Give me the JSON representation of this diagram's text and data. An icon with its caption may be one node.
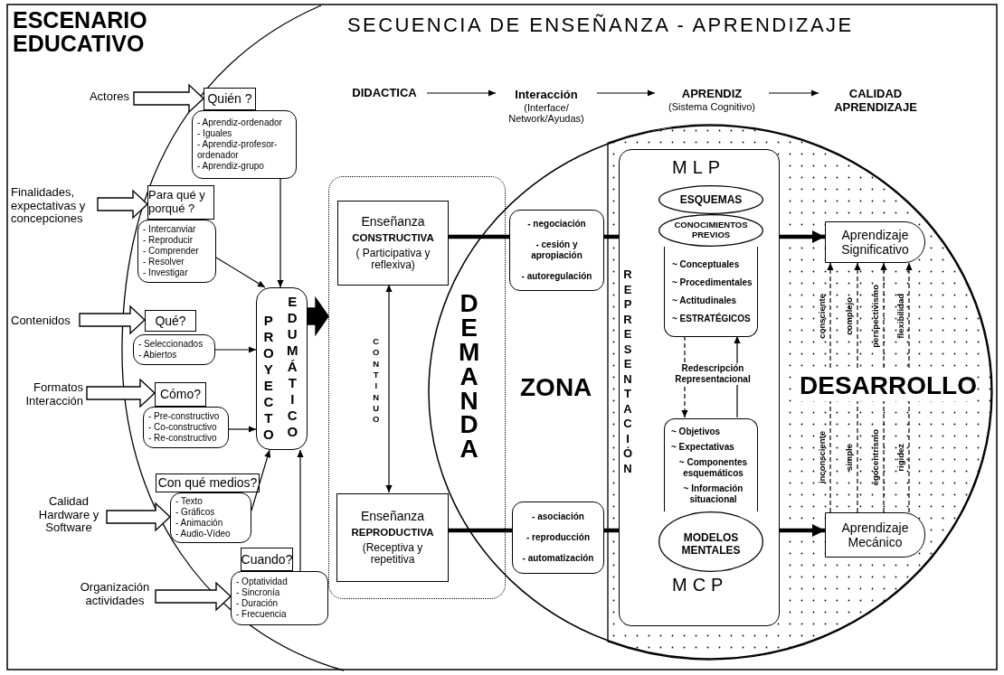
{
  "diagram": {
    "title": "SECUENCIA DE ENSEÑANZA - APRENDIZAJE",
    "nodes": [
      {
        "text": [
          "DIDACTICA"
        ]
      },
      {
        "text": [
          "Interacción",
          "(Interface/ Network/Ayudas)"
        ]
      },
      {
        "text": [
          "APRENDIZ",
          "(Sistema Cognitivo)"
        ]
      },
      {
        "text": [
          "CALIDAD APRENDIZAJE"
        ]
      },
      {
        "text": [
          "Actores"
        ]
      },
      {
        "text": [
          "Quién ?"
        ]
      },
      {
        "text": [
          "- Aprendiz-ordenador",
          "- Iguales",
          "- Aprendiz-profesor-ordenador",
          "- Aprendiz-grupo"
        ]
      },
      {
        "text": [
          "Finalidades, expectativas y concepciones"
        ]
      },
      {
        "text": [
          "Para qué y porqué ?"
        ]
      },
      {
        "text": [
          "- Intercanviar",
          "- Reproducir",
          "- Comprender",
          "- Resolver",
          "- Investigar"
        ]
      },
      {
        "text": [
          "Contenidos"
        ]
      },
      {
        "text": [
          "Qué?"
        ]
      },
      {
        "text": [
          "- Seleccionados",
          "- Abiertos"
        ]
      },
      {
        "text": [
          "Formatos Interacción"
        ]
      },
      {
        "text": [
          "Cómo?"
        ]
      },
      {
        "text": [
          "- Pre-constructivo",
          "- Co-constructivo",
          "- Re-constructivo"
        ]
      },
      {
        "text": [
          "Calidad Hardware y Software"
        ]
      },
      {
        "text": [
          "Con qué medios?"
        ]
      },
      {
        "text": [
          "- Texto",
          "- Gráficos",
          "- Animación",
          "- Audio-Vídeo"
        ]
      },
      {
        "text": [
          "Organización actividades"
        ]
      },
      {
        "text": [
          "Cuando?"
        ]
      },
      {
        "text": [
          "- Optatividad",
          "- Sincronía",
          "- Duración",
          "- Frecuencia"
        ]
      },
      {
        "text": [
          "PROYECTO",
          "EDUMÁTICO"
        ]
      },
      {
        "text": [
          "DEMANDA"
        ]
      },
      {
        "text": [
          "Enseñanza",
          "CONSTRUCTIVA",
          "( Participativa y reflexiva)"
        ],
        "in": 23
      },
      {
        "text": [
          "Enseñanza",
          "REPRODUCTIVA",
          "(Receptiva y repetitiva"
        ],
        "in": 23
      },
      {
        "text": [
          "ZONA"
        ]
      },
      {
        "text": [
          "- negociación",
          "- cesión y apropiación",
          "- autoregulación"
        ],
        "in": 26
      },
      {
        "text": [
          "- asociación",
          "- reproducción",
          "- automatización"
        ],
        "in": 26
      },
      {
        "text": [
          "DESARROLLO"
        ],
        "in": 26
      },
      {
        "text": [
          "MLP",
          "REPRESENTACIÓN",
          "MCP"
        ],
        "in": 29
      },
      {
        "text": [
          "ESQUEMAS"
        ],
        "in": 30
      },
      {
        "text": [
          "CONOCIMIENTOS PREVIOS"
        ],
        "in": 30
      },
      {
        "text": [
          "~ Conceptuales",
          "~ Procedimentales",
          "~ Actitudinales",
          "~ ESTRATÉGICOS"
        ],
        "in": 30
      },
      {
        "text": [
          "~ Objetivos",
          "~ Expectativas",
          "~ Componentes esquemáticos",
          "~ Información situacional"
        ],
        "in": 30
      },
      {
        "text": [
          "MODELOS MENTALES"
        ],
        "in": 30
      },
      {
        "text": [
          "Aprendizaje Significativo"
        ],
        "in": 29
      },
      {
        "text": [
          "Aprendizaje Mecánico"
        ],
        "in": 29
      }
    ],
    "edges": [
      {
        "from": 0,
        "to": 1,
        "arrow": "to"
      },
      {
        "from": 1,
        "to": 2,
        "arrow": "to"
      },
      {
        "from": 2,
        "to": 3,
        "arrow": "to"
      },
      {
        "from": 4,
        "to": 5,
        "arrow": "to",
        "style": "thick"
      },
      {
        "from": 7,
        "to": 8,
        "arrow": "to",
        "style": "thick"
      },
      {
        "from": 10,
        "to": 11,
        "arrow": "to",
        "style": "thick"
      },
      {
        "from": 13,
        "to": 14,
        "arrow": "to",
        "style": "thick"
      },
      {
        "from": 16,
        "to": 18,
        "arrow": "to",
        "style": "thick"
      },
      {
        "from": 19,
        "to": 21,
        "arrow": "to",
        "style": "thick"
      },
      {
        "from": 6,
        "to": 22,
        "arrow": "to"
      },
      {
        "from": 9,
        "to": 22,
        "arrow": "to"
      },
      {
        "from": 12,
        "to": 22,
        "arrow": "to"
      },
      {
        "from": 15,
        "to": 22,
        "arrow": "to"
      },
      {
        "from": 18,
        "to": 22,
        "arrow": "to"
      },
      {
        "from": 21,
        "to": 22,
        "arrow": "to"
      },
      {
        "from": 22,
        "to": 23,
        "arrow": "to",
        "style": "thick"
      },
      {
        "from": 24,
        "to": 25,
        "arrow": "both",
        "label": "CONTINUO"
      },
      {
        "from": 24,
        "to": 27,
        "arrow": "none",
        "style": "thick"
      },
      {
        "from": 25,
        "to": 28,
        "arrow": "none",
        "style": "thick"
      },
      {
        "from": 27,
        "to": 30,
        "arrow": "none",
        "style": "thick"
      },
      {
        "from": 28,
        "to": 30,
        "arrow": "none",
        "style": "thick"
      },
      {
        "from": 30,
        "to": 36,
        "arrow": "to",
        "style": "thick"
      },
      {
        "from": 30,
        "to": 37,
        "arrow": "to",
        "style": "thick"
      },
      {
        "from": 33,
        "to": 34,
        "arrow": "to",
        "style": "dashed"
      },
      {
        "from": 34,
        "to": 33,
        "arrow": "to"
      },
      {
        "from": 37,
        "to": 36,
        "arrow": "to",
        "style": "dashed"
      },
      {
        "from": 37,
        "to": 36,
        "arrow": "to",
        "style": "dashed"
      },
      {
        "from": 37,
        "to": 36,
        "arrow": "to",
        "style": "dashed"
      },
      {
        "from": 37,
        "to": 36,
        "arrow": "to",
        "style": "dashed"
      }
    ],
    "labels": [
      "ESCENARIO EDUCATIVO",
      "consciente",
      "complejo",
      "perspectivismo",
      "flexibilidad",
      "Redescripción Representacional",
      "inconsciente",
      "simple",
      "egocentrismo",
      "rigidez"
    ]
  }
}
